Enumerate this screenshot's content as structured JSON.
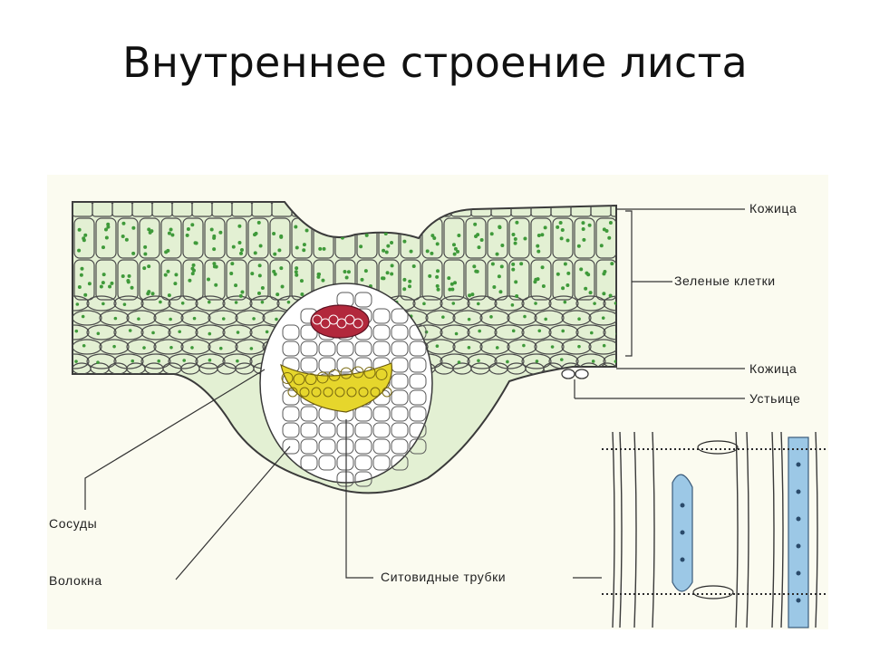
{
  "slide": {
    "title": "Внутреннее строение листа"
  },
  "labels": {
    "epidermis_top": "Кожица",
    "green_cells": "Зеленые клетки",
    "epidermis_bottom": "Кожица",
    "stomata": "Устьице",
    "vessels": "Сосуды",
    "fibers": "Волокна",
    "sieve_tubes": "Ситовидные трубки"
  },
  "colors": {
    "background": "#fbfbf0",
    "cell_outline": "#3a3a3a",
    "mesophyll_fill": "#e3f0d3",
    "chloroplast": "#3f9a3a",
    "xylem": "#b2283c",
    "phloem": "#e6d62c",
    "sieve_tube_blue": "#9cc8e6"
  }
}
